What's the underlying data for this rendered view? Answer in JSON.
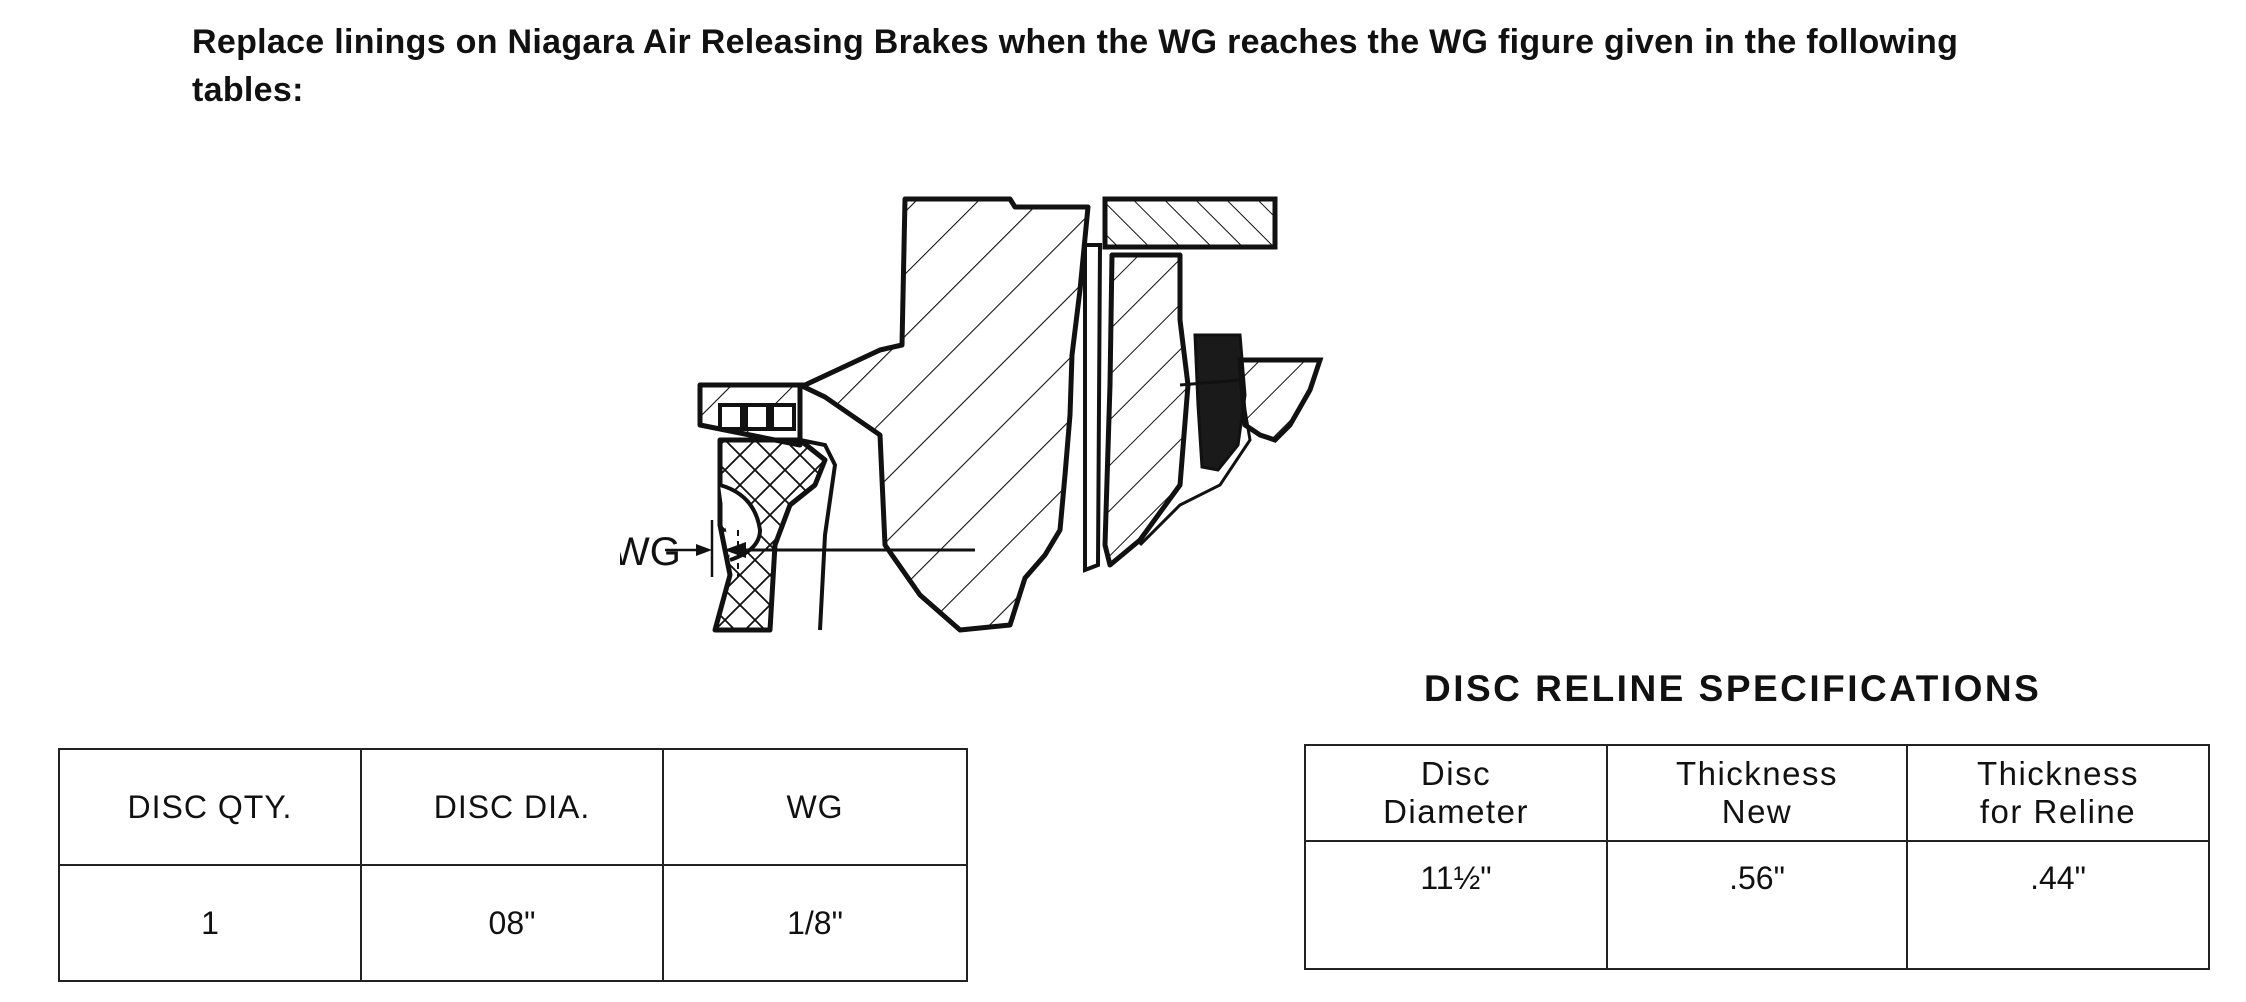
{
  "intro_text": "Replace linings on Niagara Air Releasing Brakes when the WG reaches the WG figure given in the following tables:",
  "figure": {
    "wg_label": "WG"
  },
  "wg_table": {
    "headers": [
      "DISC QTY.",
      "DISC DIA.",
      "WG"
    ],
    "rows": [
      [
        "1",
        "08\"",
        "1/8\""
      ]
    ]
  },
  "spec_table": {
    "title": "DISC RELINE SPECIFICATIONS",
    "headers": [
      [
        "Disc",
        "Diameter"
      ],
      [
        "Thickness",
        "New"
      ],
      [
        "Thickness",
        "for Reline"
      ]
    ],
    "rows": [
      [
        "11½\"",
        ".56\"",
        ".44\""
      ]
    ]
  }
}
